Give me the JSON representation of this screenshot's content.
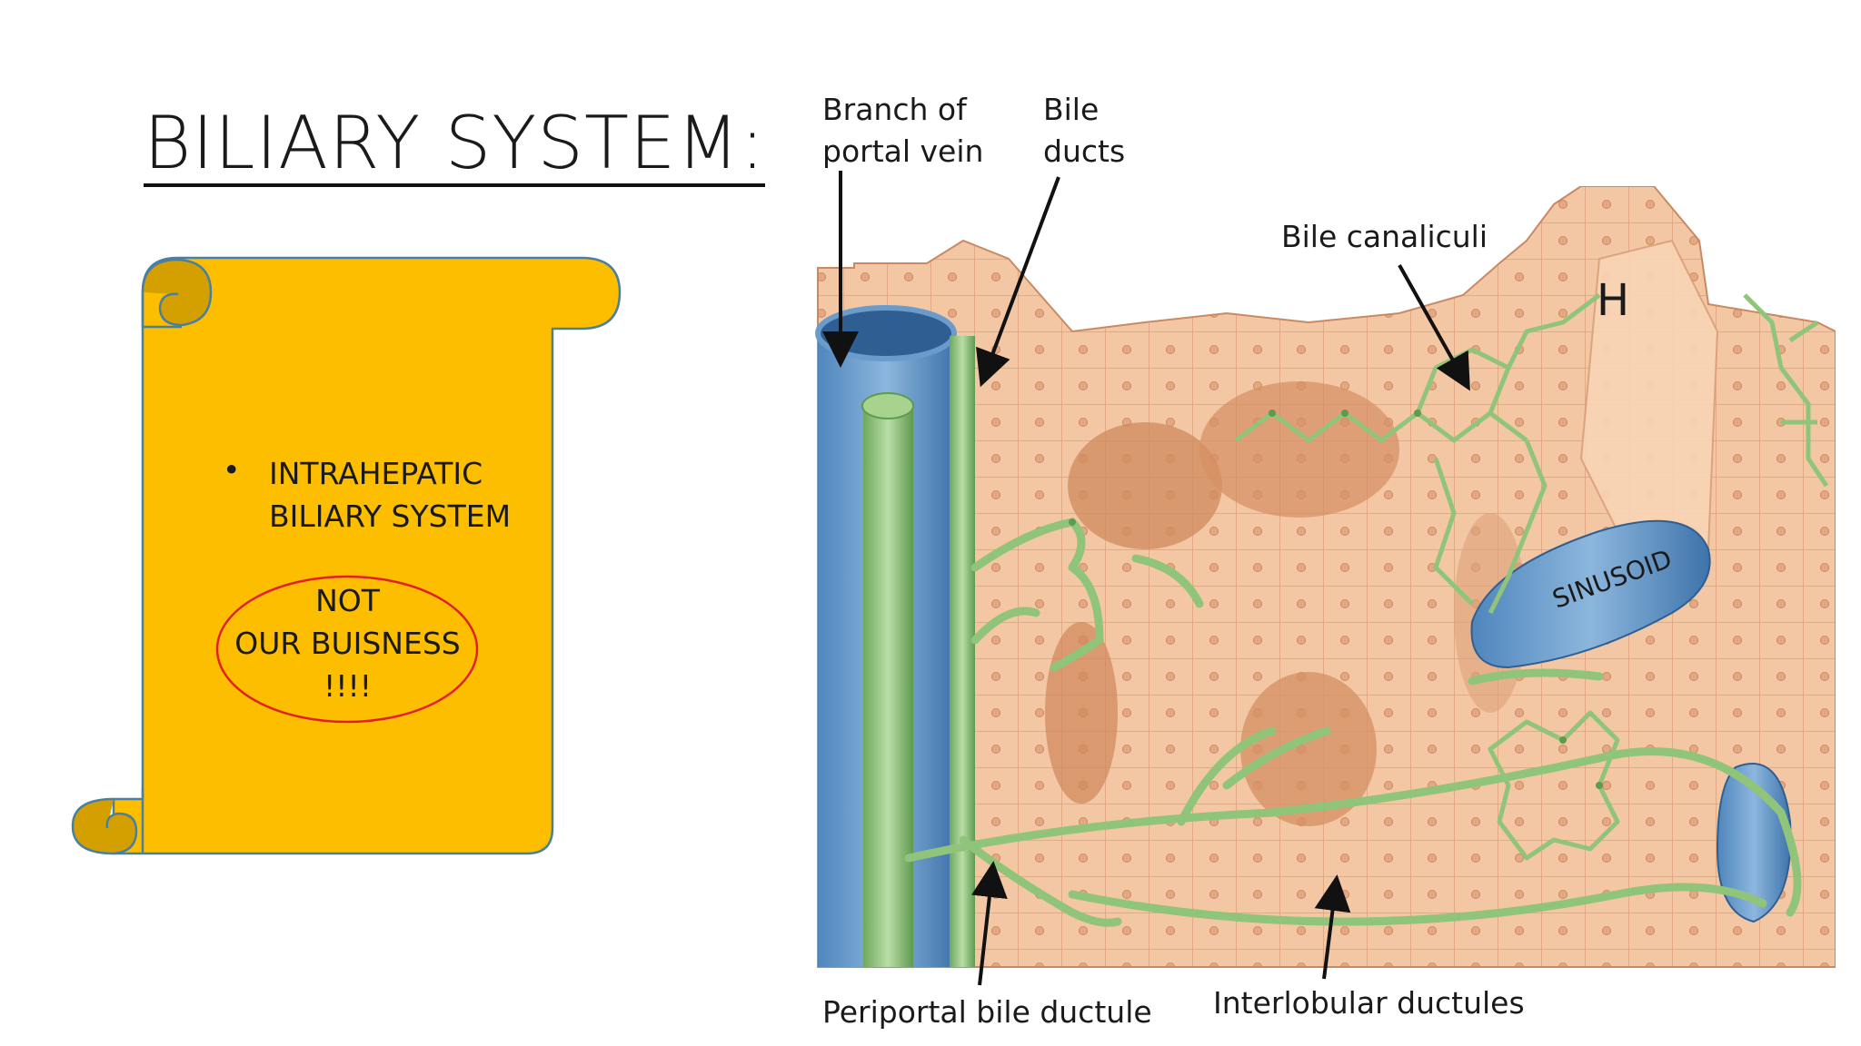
{
  "slide": {
    "title": "BILIARY SYSTEM:"
  },
  "scroll": {
    "bullet": "•",
    "item": "INTRAHEPATIC BILIARY SYSTEM",
    "note_lines": [
      "NOT",
      "OUR BUISNESS",
      "!!!!"
    ],
    "fill_color": "#FDBE00",
    "oval_color": "#E0202A"
  },
  "diagram": {
    "labels": {
      "portal_vein": [
        "Branch of",
        "portal vein"
      ],
      "bile_ducts": [
        "Bile",
        "ducts"
      ],
      "bile_canaliculi": "Bile canaliculi",
      "hepatocyte": "H",
      "sinusoid": "SINUSOID",
      "periportal": "Periportal bile ductule",
      "interlobular": "Interlobular ductules"
    },
    "colors": {
      "tissue": "#F2C29E",
      "tissue_dark": "#D98F63",
      "vessel_blue": "#5B93C8",
      "duct_green": "#8FC47A"
    }
  }
}
